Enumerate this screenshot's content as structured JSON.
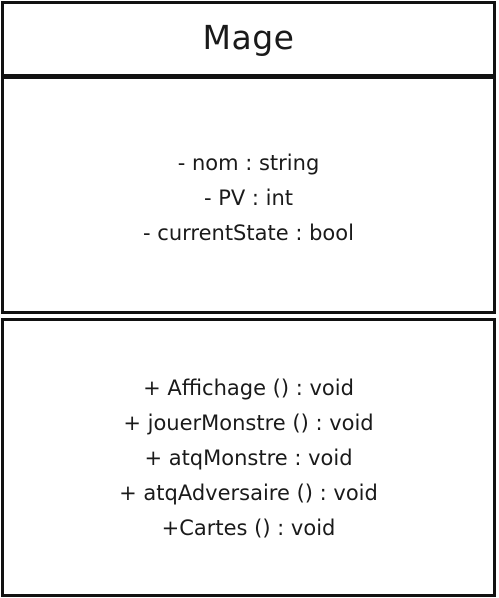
{
  "class_name": "Mage",
  "attributes": [
    "- nom : string",
    "- PV : int",
    "- currentState : bool"
  ],
  "methods": [
    "+ Affichage () : void",
    "+ jouerMonstre () : void",
    "+ atqMonstre : void",
    "+ atqAdversaire () : void",
    "+Cartes () : void"
  ],
  "colors": {
    "border": "#111111",
    "background": "#ffffff",
    "text": "#1a1a1a"
  }
}
